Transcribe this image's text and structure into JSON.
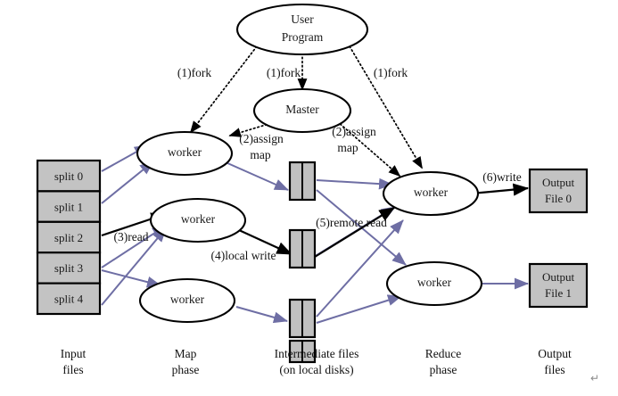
{
  "figure": {
    "title": "MapReduce Execution Overview",
    "background_color": "#ffffff",
    "flow_arrow_color": "#6e6ea4",
    "control_arrow_color": "#000000",
    "box_fill_color": "#c3c3c3",
    "trailing_mark": "↵"
  },
  "nodes": {
    "user_program": {
      "line1": "User",
      "line2": "Program"
    },
    "master": {
      "label": "Master"
    },
    "map_workers": [
      {
        "label": "worker"
      },
      {
        "label": "worker"
      },
      {
        "label": "worker"
      }
    ],
    "reduce_workers": [
      {
        "label": "worker"
      },
      {
        "label": "worker"
      }
    ]
  },
  "input_splits": [
    {
      "label": "split 0"
    },
    {
      "label": "split 1"
    },
    {
      "label": "split 2"
    },
    {
      "label": "split 3"
    },
    {
      "label": "split 4"
    }
  ],
  "intermediate_stacks": [
    {
      "name": "intermediate-stack-1"
    },
    {
      "name": "intermediate-stack-2"
    },
    {
      "name": "intermediate-stack-3"
    },
    {
      "name": "intermediate-stack-4"
    }
  ],
  "output_files": [
    {
      "line1": "Output",
      "line2": "File 0"
    },
    {
      "line1": "Output",
      "line2": "File 1"
    }
  ],
  "step_labels": {
    "fork_left": "(1)fork",
    "fork_middle": "(1)fork",
    "fork_right": "(1)fork",
    "assign_map_left_line1": "(2)assign",
    "assign_map_left_line2": "map",
    "assign_map_right_line1": "(2)assign",
    "assign_map_right_line2": "map",
    "read": "(3)read",
    "local_write": "(4)local write",
    "remote_read": "(5)remote read",
    "write": "(6)write"
  },
  "captions": [
    {
      "line1": "Input",
      "line2": "files"
    },
    {
      "line1": "Map",
      "line2": "phase"
    },
    {
      "line1": "Intermediate files",
      "line2": "(on local disks)"
    },
    {
      "line1": "Reduce",
      "line2": "phase"
    },
    {
      "line1": "Output",
      "line2": "files"
    }
  ]
}
